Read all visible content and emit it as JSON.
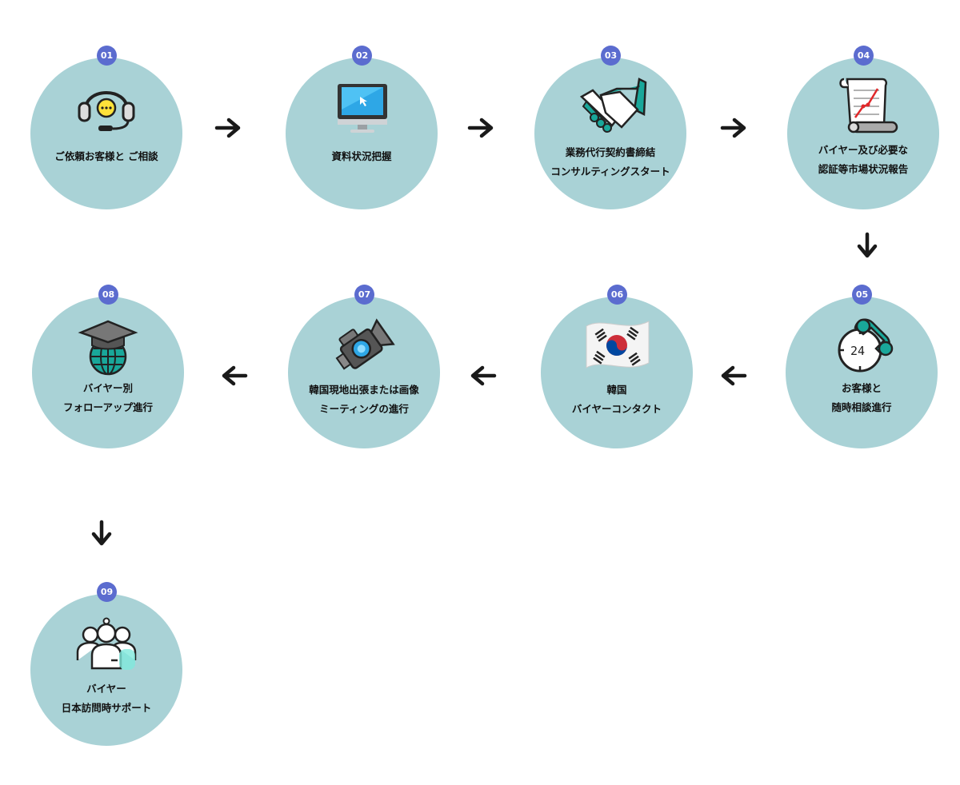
{
  "steps": [
    {
      "number": "01",
      "lines": [
        "ご依頼お客様と ご相談"
      ],
      "icon": "headset-icon"
    },
    {
      "number": "02",
      "lines": [
        "資料状況把握"
      ],
      "icon": "monitor-icon"
    },
    {
      "number": "03",
      "lines": [
        "業務代行契約書締結",
        "コンサルティングスタート"
      ],
      "icon": "handshake-icon"
    },
    {
      "number": "04",
      "lines": [
        "バイヤー及び必要な",
        "認証等市場状況報告"
      ],
      "icon": "report-scroll-icon"
    },
    {
      "number": "05",
      "lines": [
        "お客様と",
        "随時相談進行"
      ],
      "icon": "24h-phone-icon"
    },
    {
      "number": "06",
      "lines": [
        "韓国",
        "バイヤーコンタクト"
      ],
      "icon": "korea-flag-icon"
    },
    {
      "number": "07",
      "lines": [
        "韓国現地出張または画像",
        "ミーティングの進行"
      ],
      "icon": "video-camera-icon"
    },
    {
      "number": "08",
      "lines": [
        "バイヤー別",
        "フォローアップ進行"
      ],
      "icon": "graduation-globe-icon"
    },
    {
      "number": "09",
      "lines": [
        "バイヤー",
        "日本訪問時サポート"
      ],
      "icon": "people-group-icon"
    }
  ],
  "colors": {
    "circle": "#a9d2d6",
    "badge": "#5b6ccf",
    "arrow": "#1a1a1a",
    "text": "#111111"
  },
  "arrows": [
    {
      "name": "arrow-01-02",
      "direction": "right"
    },
    {
      "name": "arrow-02-03",
      "direction": "right"
    },
    {
      "name": "arrow-03-04",
      "direction": "right"
    },
    {
      "name": "arrow-04-05",
      "direction": "down"
    },
    {
      "name": "arrow-05-06",
      "direction": "left"
    },
    {
      "name": "arrow-06-07",
      "direction": "left"
    },
    {
      "name": "arrow-07-08",
      "direction": "left"
    },
    {
      "name": "arrow-08-09",
      "direction": "down"
    }
  ]
}
